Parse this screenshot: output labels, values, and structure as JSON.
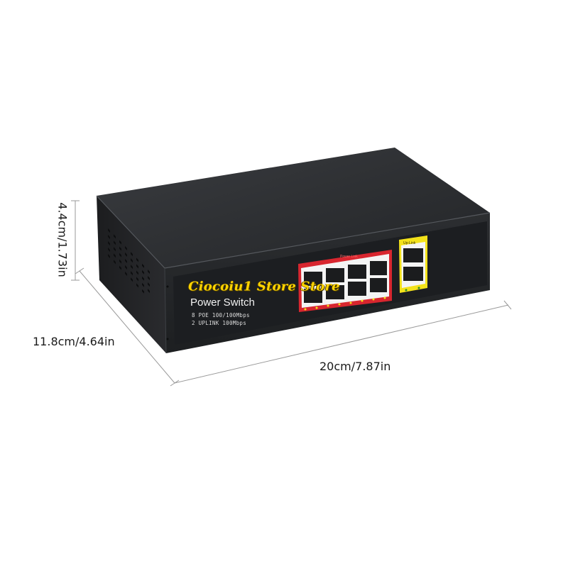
{
  "dimensions": {
    "height": "4.4cm/1.73in",
    "depth": "11.8cm/4.64in",
    "width": "20cm/7.87in"
  },
  "product": {
    "brand_text": "Power Switch",
    "spec_line_1": "8 POE 100/100Mbps",
    "spec_line_2": "2 UPLINK 100Mbps",
    "poe_group_label": "Power Link",
    "uplink_group_label": "Up-Link"
  },
  "watermark": "Ciocoiu1 Store Store",
  "colors": {
    "body": "#2a2c2f",
    "poe_strip": "#d8262f",
    "uplink_strip": "#f3e21a",
    "watermark": "#ffd400"
  }
}
